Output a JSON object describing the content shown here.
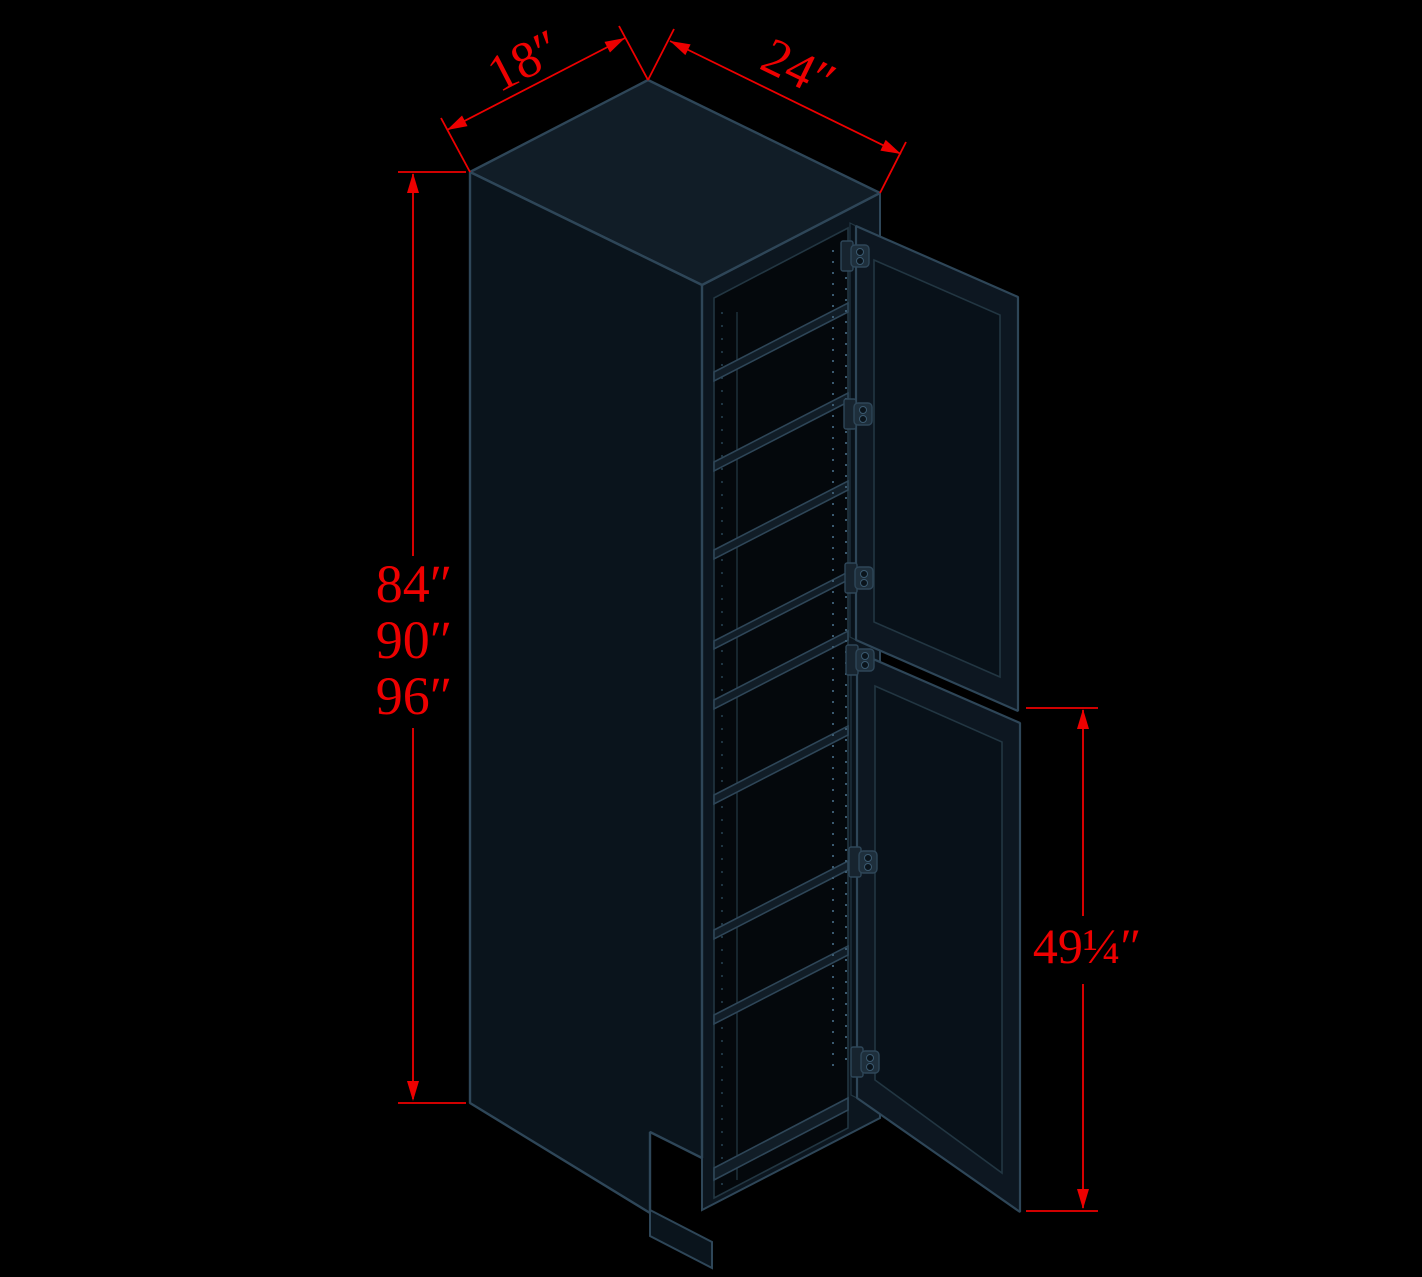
{
  "meta": {
    "title": "Tall pantry cabinet dimensioned isometric drawing"
  },
  "colors": {
    "background": "#000000",
    "outline": "#2e4658",
    "outline_soft": "#223642",
    "dimension_red": "#ee0000",
    "top_face": "#111d27",
    "side_face": "#0a141c",
    "front_face": "#0c161f",
    "interior": "#04080c",
    "door_face": "#0d1721",
    "door_panel": "#081119",
    "hinge": "#17242f"
  },
  "dimensions": {
    "depth_label": "18″",
    "width_label": "24″",
    "height_labels": [
      "84″",
      "90″",
      "96″"
    ],
    "door_height_label": "49¼″"
  }
}
